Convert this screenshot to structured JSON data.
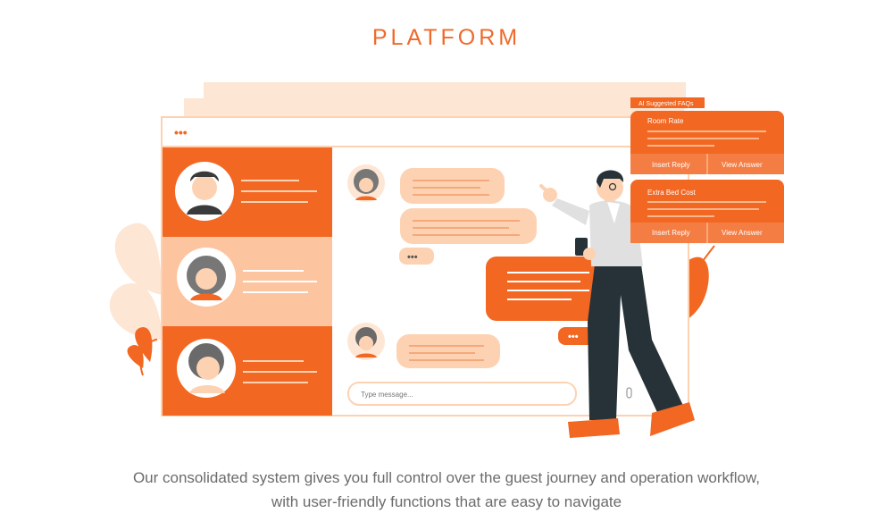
{
  "header": {
    "title": "PLATFORM"
  },
  "window": {
    "dots": "•••"
  },
  "chat": {
    "typing_dots_1": "•••",
    "typing_dots_2": "•••",
    "input_placeholder": "Type message..."
  },
  "faq_panel": {
    "tag": "AI Suggested FAQs",
    "cards": [
      {
        "title": "Room Rate",
        "insert_label": "Insert Reply",
        "view_label": "View Answer"
      },
      {
        "title": "Extra Bed Cost",
        "insert_label": "Insert Reply",
        "view_label": "View Answer"
      }
    ]
  },
  "description": {
    "line1": "Our consolidated system gives you full control over the guest journey and operation workflow,",
    "line2": "with user-friendly functions that are easy to navigate"
  },
  "colors": {
    "accent": "#f26722",
    "peach": "#fdd2b2",
    "peach_light": "#fde6d4",
    "text": "#6b6b6b"
  }
}
